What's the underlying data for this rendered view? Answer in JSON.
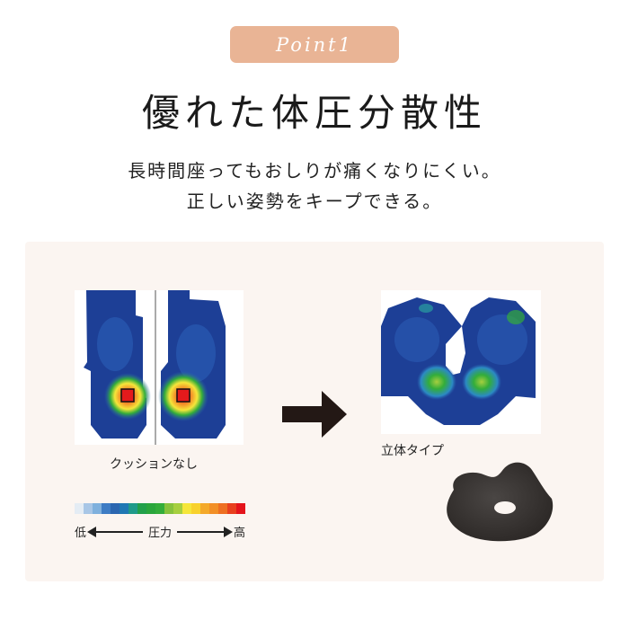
{
  "badge": {
    "label": "Point1",
    "color": "#e9b495"
  },
  "title": "優れた体圧分散性",
  "subtitle": {
    "line1": "長時間座ってもおしりが痛くなりにくい。",
    "line2": "正しい姿勢をキープできる。"
  },
  "comparison": {
    "before": {
      "label": "クッションなし",
      "image": "pressure-map-no-cushion"
    },
    "after": {
      "label": "立体タイプ",
      "image": "pressure-map-3d-cushion"
    },
    "arrow_icon": "arrow-right-icon"
  },
  "legend": {
    "low": "低",
    "axis": "圧力",
    "high": "高",
    "colors": [
      "#e4ecf4",
      "#a8c6e6",
      "#7fb0dd",
      "#3e7cc4",
      "#2b66b0",
      "#2078b4",
      "#1f9a8a",
      "#22a04a",
      "#2aa63c",
      "#33ad3a",
      "#86c23c",
      "#a6cf3f",
      "#f5e63a",
      "#f8d12c",
      "#f4a92a",
      "#f28f26",
      "#ee6f22",
      "#e8401e",
      "#e4141c"
    ]
  },
  "product": {
    "image": "cushion-photo",
    "color": "#3a3634"
  },
  "panel_bg": "#fbf5f1"
}
